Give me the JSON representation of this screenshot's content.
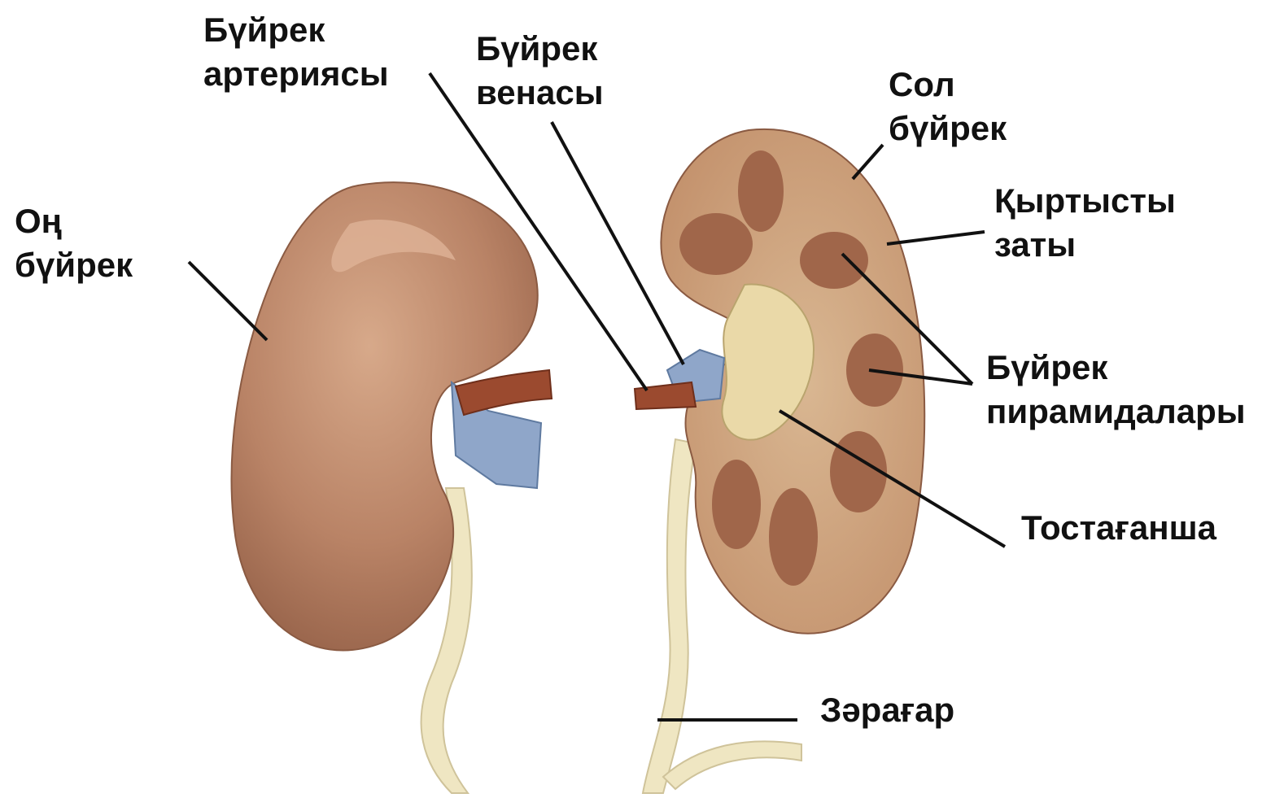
{
  "labels": {
    "right_kidney": {
      "line1": "Оң",
      "line2": "бүйрек"
    },
    "renal_artery": {
      "line1": "Бүйрек",
      "line2": "артериясы"
    },
    "renal_vein": {
      "line1": "Бүйрек",
      "line2": "венасы"
    },
    "left_kidney": {
      "line1": "Сол",
      "line2": "бүйрек"
    },
    "cortex": {
      "line1": "Қыртысты",
      "line2": "заты"
    },
    "pyramids": {
      "line1": "Бүйрек",
      "line2": "пирамидалары"
    },
    "pelvis": "Тостағанша",
    "ureter": "Зәрағар"
  },
  "colors": {
    "kidney": "#b98366",
    "kidney_highlight": "#d8aa8c",
    "cortex": "#c99a78",
    "pyramid": "#a0664a",
    "vein": "#8fa6c9",
    "artery": "#9b4a2f",
    "ureter": "#efe6c2",
    "leader": "#111111"
  }
}
